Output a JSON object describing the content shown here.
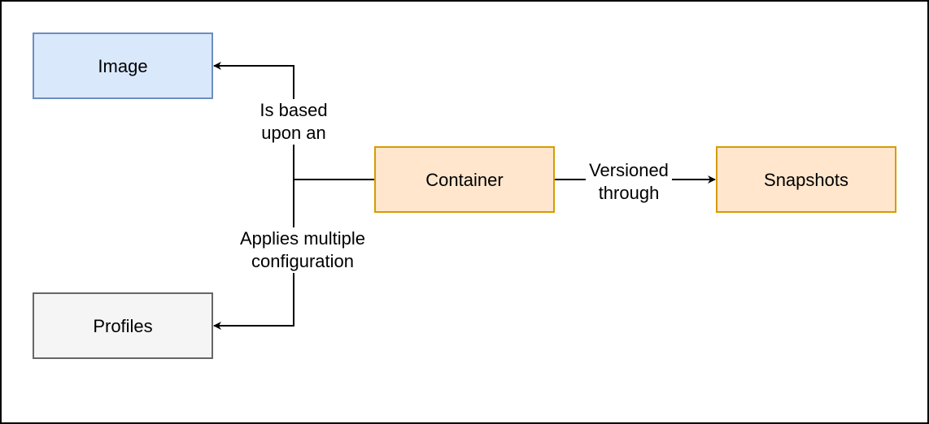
{
  "nodes": {
    "image": {
      "label": "Image",
      "fill": "#dae8fc",
      "stroke": "#6c8ebf"
    },
    "container": {
      "label": "Container",
      "fill": "#ffe6cc",
      "stroke": "#d79b00"
    },
    "snapshots": {
      "label": "Snapshots",
      "fill": "#ffe6cc",
      "stroke": "#d79b00"
    },
    "profiles": {
      "label": "Profiles",
      "fill": "#f5f5f5",
      "stroke": "#666666"
    }
  },
  "edges": {
    "based_upon": {
      "line1": "Is based",
      "line2": "upon an"
    },
    "applies_configuration": {
      "line1": "Applies multiple",
      "line2": "configuration"
    },
    "versioned_through": {
      "line1": "Versioned",
      "line2": "through"
    }
  },
  "colors": {
    "border": "#000000",
    "edge": "#000000"
  }
}
